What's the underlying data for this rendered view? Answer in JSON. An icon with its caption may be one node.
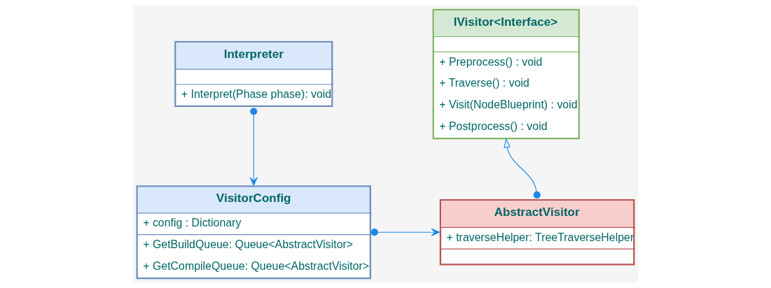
{
  "diagram": {
    "nodes": [
      {
        "text": [
          "Interpreter",
          "+ Interpret(Phase phase): void"
        ]
      },
      {
        "text": [
          "IVisitor<Interface>",
          "+ Preprocess() : void",
          "+ Traverse() : void",
          "+ Visit(NodeBlueprint) : void",
          "+ Postprocess() : void"
        ]
      },
      {
        "text": [
          "VisitorConfig",
          "+ config : Dictionary",
          "+ GetBuildQueue: Queue<AbstractVisitor>",
          "+ GetCompileQueue: Queue<AbstractVisitor>"
        ]
      },
      {
        "text": [
          "AbstractVisitor",
          "+ traverseHelper: TreeTraverseHelper"
        ]
      }
    ],
    "edges": [
      {
        "from": 0,
        "to": 2,
        "arrow": "to"
      },
      {
        "from": 2,
        "to": 3,
        "arrow": "to"
      },
      {
        "from": 3,
        "to": 1,
        "arrow": "to"
      }
    ]
  }
}
